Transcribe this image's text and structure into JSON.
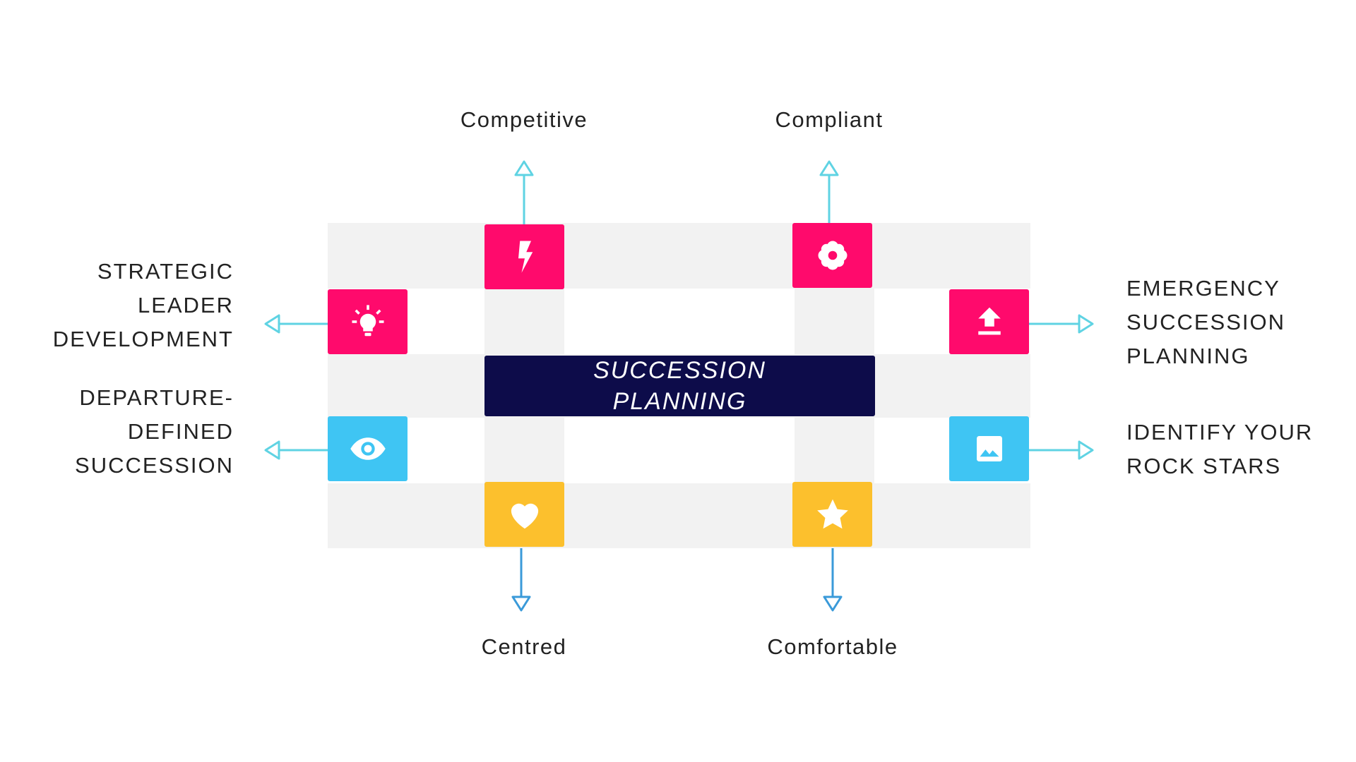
{
  "center": {
    "line1": "SUCCESSION",
    "line2": "PLANNING"
  },
  "top_labels": {
    "competitive": "Competitive",
    "compliant": "Compliant"
  },
  "bottom_labels": {
    "centred": "Centred",
    "comfortable": "Comfortable"
  },
  "left_labels": {
    "strategic": [
      "STRATEGIC",
      "LEADER",
      "DEVELOPMENT"
    ],
    "departure": [
      "DEPARTURE-",
      "DEFINED",
      "SUCCESSION"
    ]
  },
  "right_labels": {
    "emergency": [
      "EMERGENCY",
      "SUCCESSION",
      "PLANNING"
    ],
    "identify": [
      "IDENTIFY YOUR",
      "ROCK STARS"
    ]
  },
  "icons": {
    "competitive": "lightning-icon",
    "compliant": "flower-icon",
    "strategic": "lightbulb-icon",
    "emergency": "upload-icon",
    "departure": "eye-icon",
    "identify": "image-icon",
    "centred": "heart-icon",
    "comfortable": "star-icon"
  },
  "colors": {
    "pink": "#ff0a6c",
    "blue": "#3fc5f3",
    "yellow": "#fcc02d",
    "navy": "#0d0c4a",
    "arrow_cyan": "#5fd3e3",
    "arrow_blue": "#3a9ad9",
    "band": "#f2f2f2"
  }
}
